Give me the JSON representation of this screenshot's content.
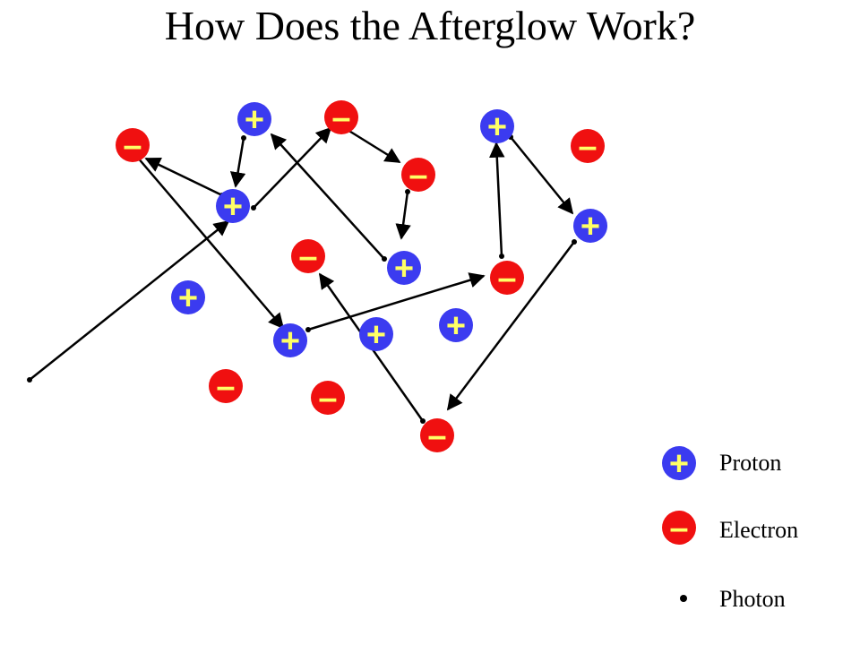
{
  "title": "How Does the Afterglow Work?",
  "colors": {
    "proton": "#3b3bf0",
    "electron": "#f01010",
    "sign": "#ffff66",
    "arrow": "#000000"
  },
  "symbols": {
    "proton": "+",
    "electron": "–"
  },
  "legend": {
    "proton_label": "Proton",
    "electron_label": "Electron",
    "photon_label": "Photon"
  }
}
